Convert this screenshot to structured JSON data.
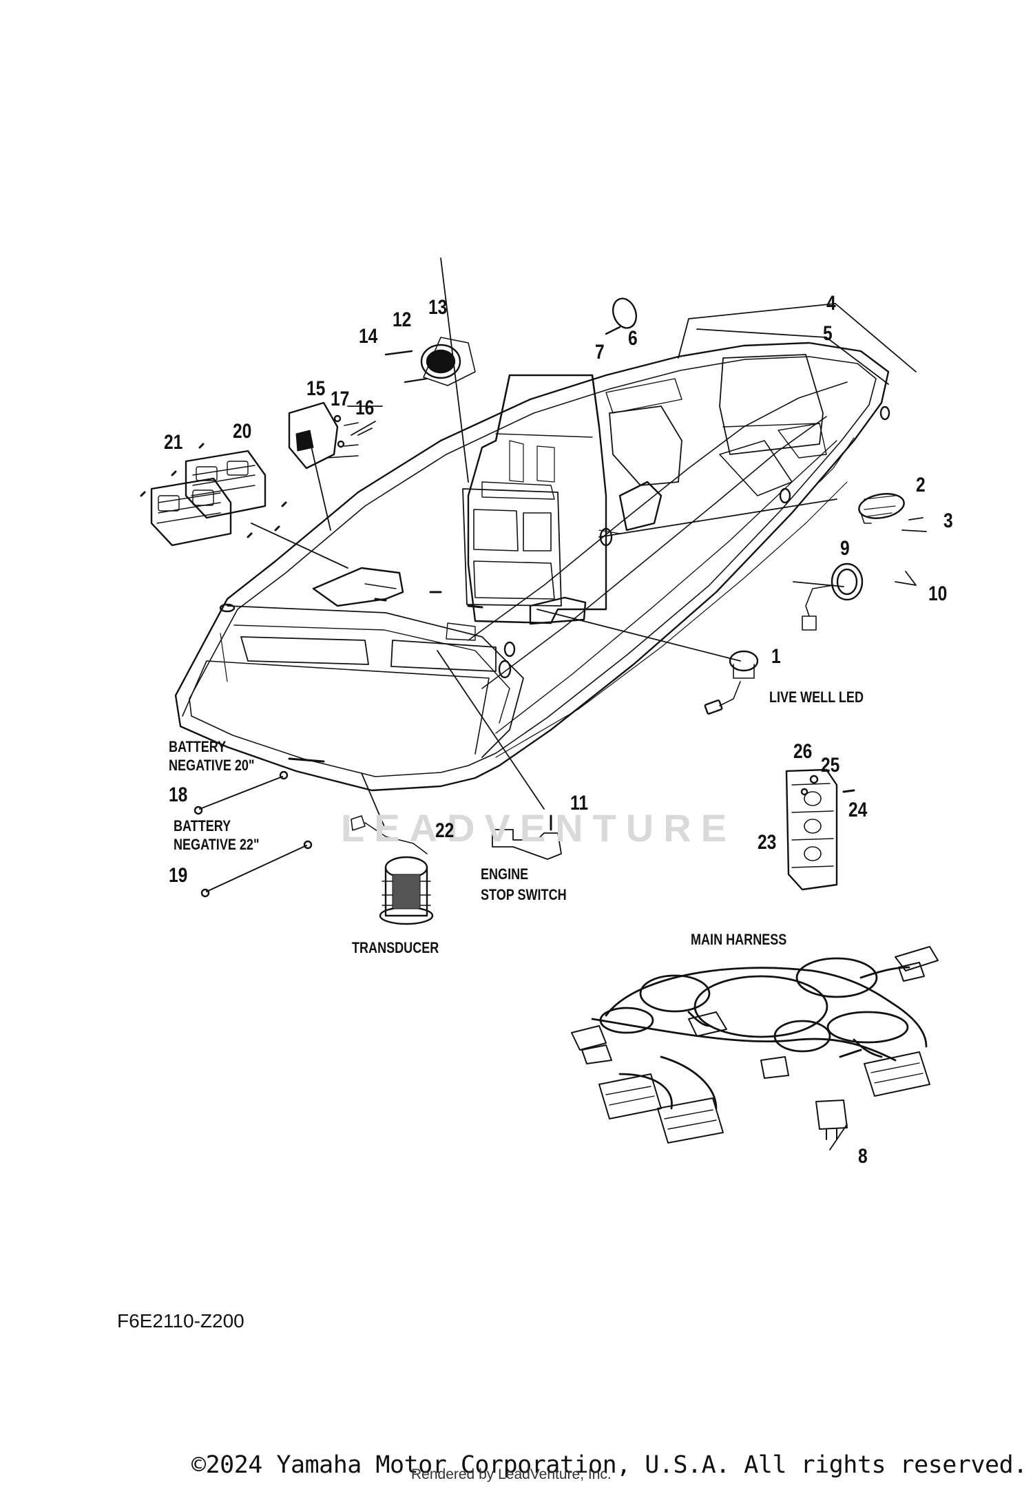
{
  "diagram": {
    "part_numbers": [
      {
        "n": "1"
      },
      {
        "n": "2"
      },
      {
        "n": "3"
      },
      {
        "n": "4"
      },
      {
        "n": "5"
      },
      {
        "n": "6"
      },
      {
        "n": "7"
      },
      {
        "n": "8"
      },
      {
        "n": "9"
      },
      {
        "n": "10"
      },
      {
        "n": "11"
      },
      {
        "n": "12"
      },
      {
        "n": "13"
      },
      {
        "n": "14"
      },
      {
        "n": "15"
      },
      {
        "n": "16"
      },
      {
        "n": "17"
      },
      {
        "n": "18"
      },
      {
        "n": "19"
      },
      {
        "n": "20"
      },
      {
        "n": "21"
      },
      {
        "n": "22"
      },
      {
        "n": "23"
      },
      {
        "n": "24"
      },
      {
        "n": "25"
      },
      {
        "n": "26"
      }
    ],
    "captions": {
      "live_well_led": "LIVE WELL LED",
      "battery_neg_20_line1": "BATTERY",
      "battery_neg_20_line2": "NEGATIVE 20\"",
      "battery_neg_22_line1": "BATTERY",
      "battery_neg_22_line2": "NEGATIVE 22\"",
      "engine_stop_line1": "ENGINE",
      "engine_stop_line2": "STOP SWITCH",
      "transducer": "TRANSDUCER",
      "main_harness": "MAIN HARNESS"
    },
    "figure_code": "F6E2110-Z200",
    "watermark": "LEADVENTURE"
  },
  "footer": {
    "copyright": "©2024 Yamaha Motor Corporation, U.S.A. All rights reserved.",
    "rendered_by": "Rendered by LeadVenture, Inc."
  },
  "colors": {
    "ink": "#111111",
    "watermark": "#d9d9d9"
  }
}
